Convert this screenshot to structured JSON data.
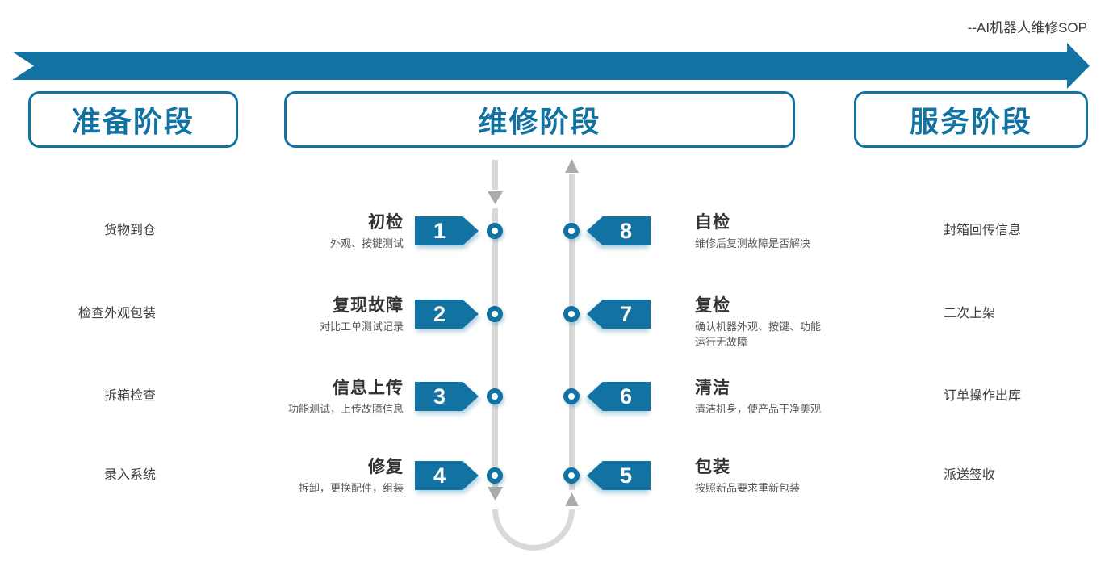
{
  "page": {
    "tag": "--AI机器人维修SOP"
  },
  "colors": {
    "accent": "#1273a3",
    "line_gray": "#d9d9d9",
    "arrow_gray": "#ababab",
    "text_dark": "#3d3d3d",
    "text_gray": "#595959",
    "title_dark": "#333333"
  },
  "phases": {
    "prep": "准备阶段",
    "repair": "维修阶段",
    "service": "服务阶段"
  },
  "prep_items": [
    "货物到仓",
    "检查外观包装",
    "拆箱检查",
    "录入系统"
  ],
  "service_items": [
    "封箱回传信息",
    "二次上架",
    "订单操作出库",
    "派送签收"
  ],
  "steps_left": [
    {
      "num": "1",
      "title": "初检",
      "desc": "外观、按键测试"
    },
    {
      "num": "2",
      "title": "复现故障",
      "desc": "对比工单测试记录"
    },
    {
      "num": "3",
      "title": "信息上传",
      "desc": "功能测试，上传故障信息"
    },
    {
      "num": "4",
      "title": "修复",
      "desc": "拆卸，更换配件，组装"
    }
  ],
  "steps_right": [
    {
      "num": "8",
      "title": "自检",
      "desc": "维修后复测故障是否解决"
    },
    {
      "num": "7",
      "title": "复检",
      "desc": "确认机器外观、按键、功能\n运行无故障"
    },
    {
      "num": "6",
      "title": "清洁",
      "desc": "清洁机身，使产品干净美观"
    },
    {
      "num": "5",
      "title": "包装",
      "desc": "按照新品要求重新包装"
    }
  ]
}
